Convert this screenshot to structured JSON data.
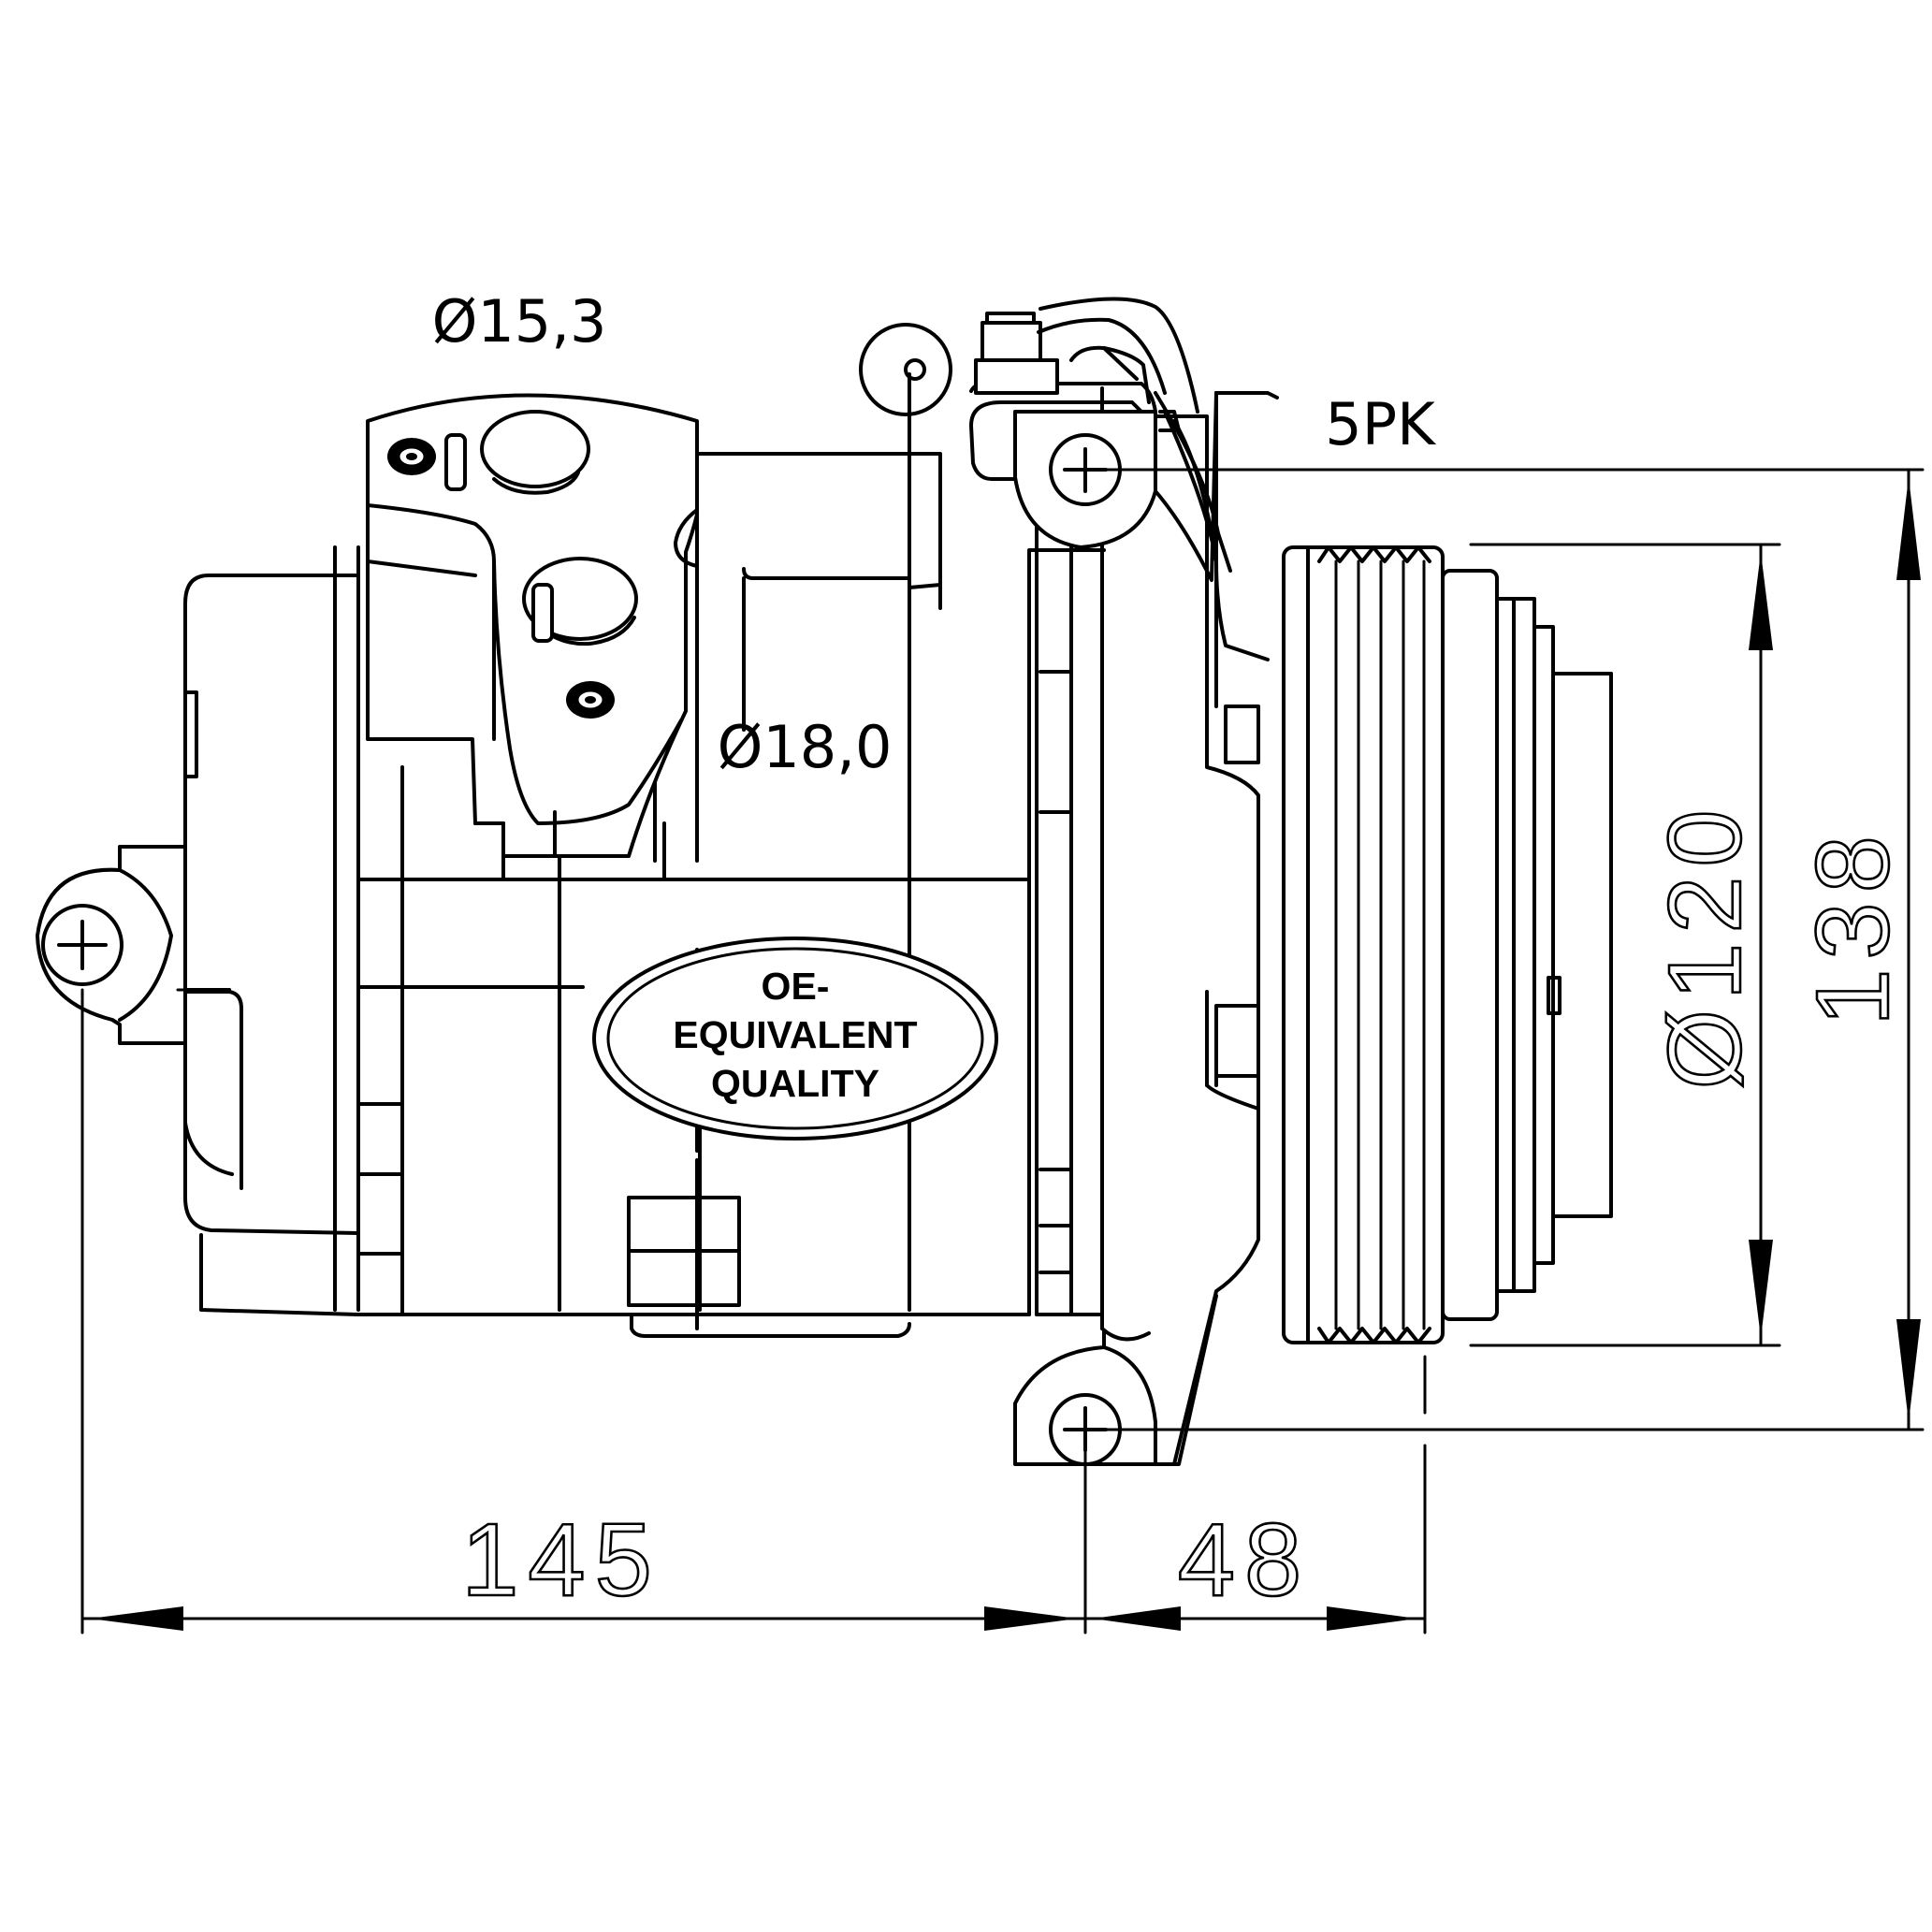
{
  "dimensions": {
    "port_suction_diameter": "Ø15,3",
    "port_discharge_diameter": "Ø18,0",
    "belt_profile": "5PK",
    "pulley_diameter": "Ø120",
    "mount_height": "138",
    "overall_length": "145",
    "pulley_offset": "48"
  },
  "stamp": {
    "line1": "OE-",
    "line2": "EQUIVALENT",
    "line3": "QUALITY"
  }
}
